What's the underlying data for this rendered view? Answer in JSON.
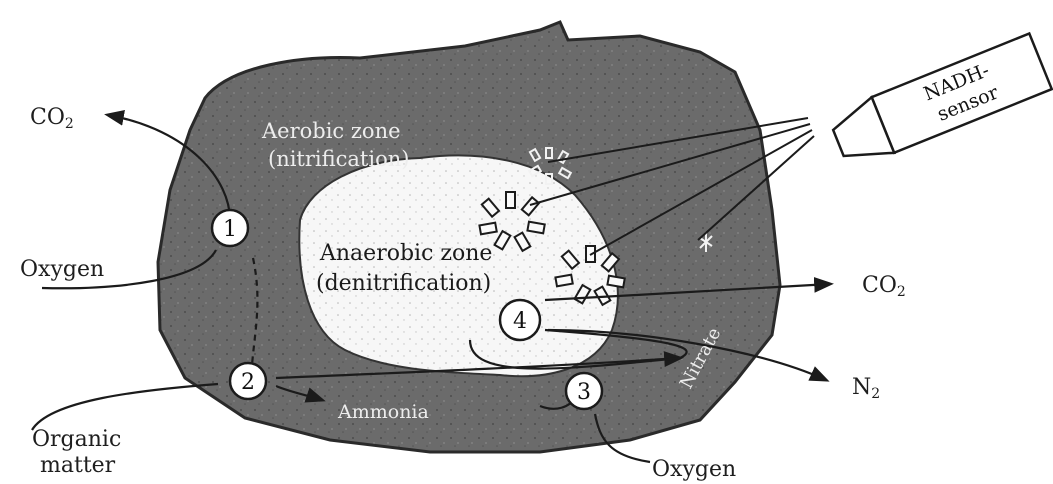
{
  "diagram": {
    "zones": {
      "aerobic_title": "Aerobic zone",
      "aerobic_sub": "(nitrification)",
      "anaerobic_title": "Anaerobic zone",
      "anaerobic_sub": "(denitrification)",
      "nitrate": "Nitrate",
      "ammonia": "Ammonia"
    },
    "sensor": {
      "line1": "NADH-",
      "line2": "sensor"
    },
    "labels": {
      "co2_left": "CO",
      "co2_left_sub": "2",
      "co2_right": "CO",
      "co2_right_sub": "2",
      "n2": "N",
      "n2_sub": "2",
      "oxygen_left": "Oxygen",
      "oxygen_bottom": "Oxygen",
      "organic_line1": "Organic",
      "organic_line2": "matter"
    },
    "steps": [
      "1",
      "2",
      "3",
      "4"
    ],
    "colors": {
      "aerobic_fill": "#6b6b6b",
      "anaerobic_fill": "#f7f7f7",
      "line": "#1b1b1b"
    }
  }
}
